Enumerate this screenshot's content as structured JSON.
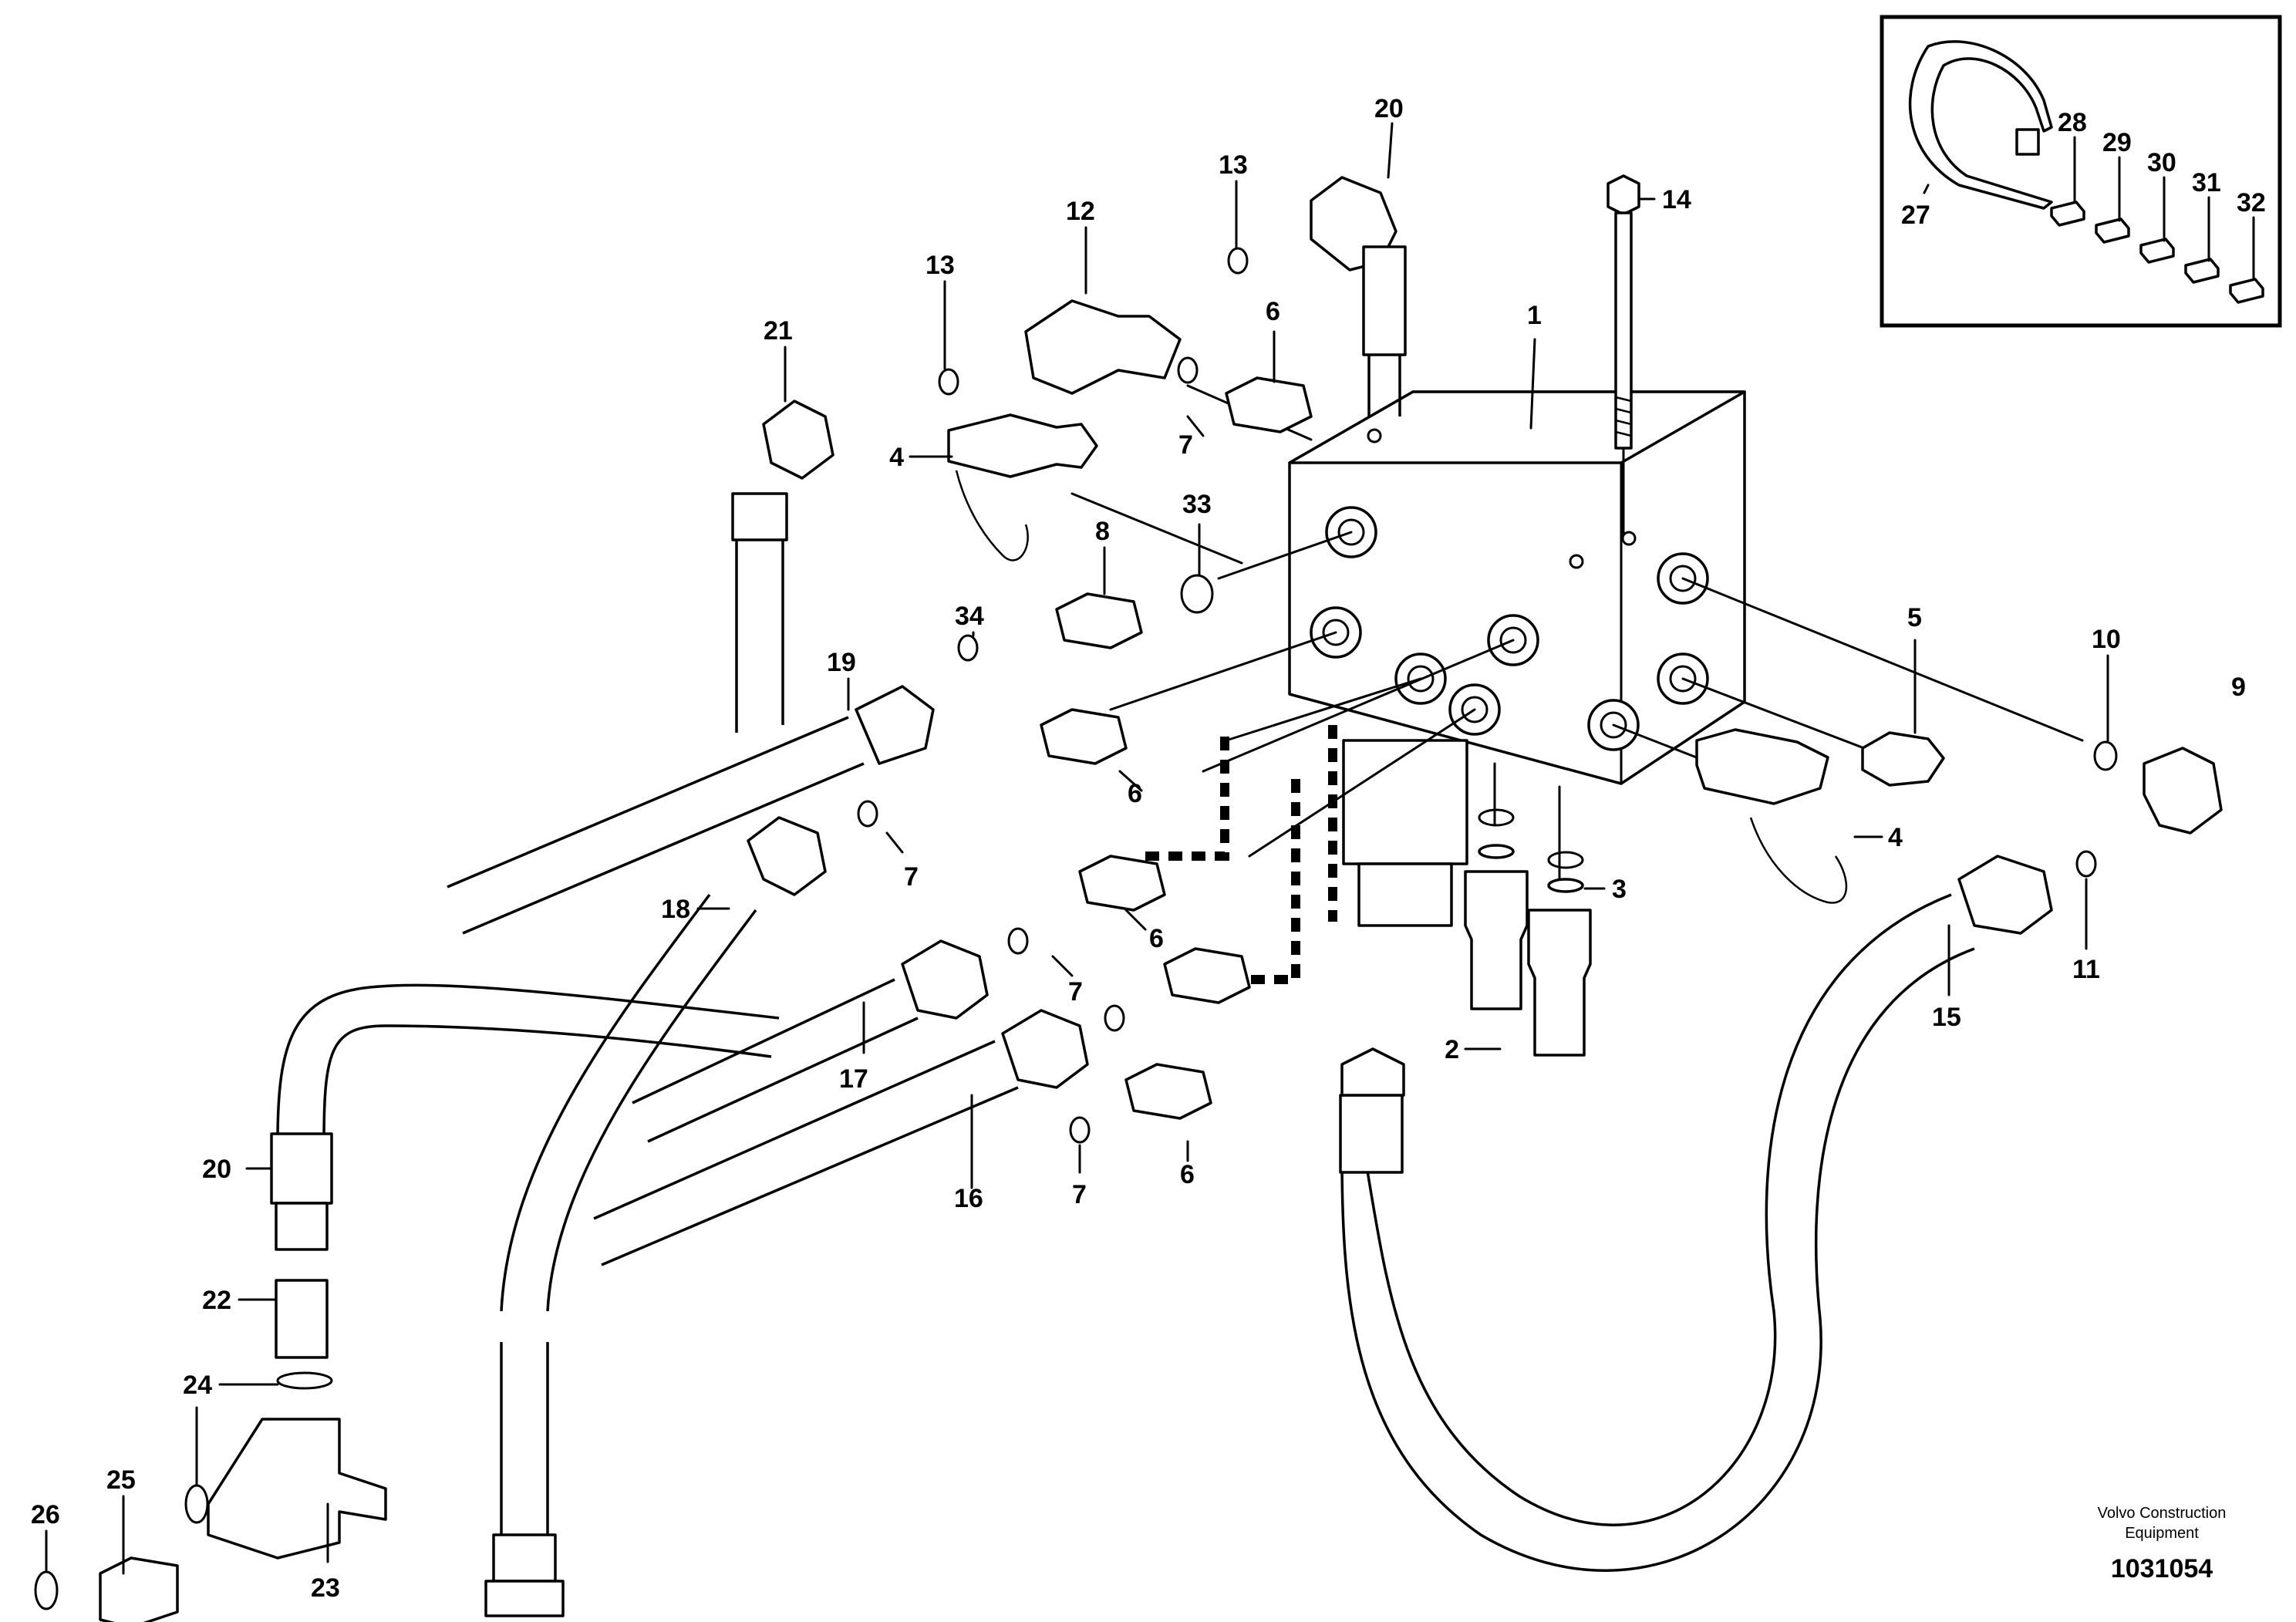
{
  "labels": {
    "l1": "1",
    "l2": "2",
    "l3": "3",
    "l4a": "4",
    "l4b": "4",
    "l5": "5",
    "l6a": "6",
    "l6b": "6",
    "l6c": "6",
    "l6d": "6",
    "l7a": "7",
    "l7b": "7",
    "l7c": "7",
    "l7d": "7",
    "l8": "8",
    "l9": "9",
    "l10": "10",
    "l11": "11",
    "l12": "12",
    "l13a": "13",
    "l13b": "13",
    "l14": "14",
    "l15": "15",
    "l16": "16",
    "l17": "17",
    "l18": "18",
    "l19": "19",
    "l20a": "20",
    "l20b": "20",
    "l21": "21",
    "l22": "22",
    "l23": "23",
    "l24": "24",
    "l25": "25",
    "l26": "26",
    "l27": "27",
    "l28": "28",
    "l29": "29",
    "l30": "30",
    "l31": "31",
    "l32": "32",
    "l33": "33",
    "l34": "34"
  },
  "footer": {
    "brand_line1": "Volvo Construction",
    "brand_line2": "Equipment",
    "doc_number": "1031054"
  }
}
